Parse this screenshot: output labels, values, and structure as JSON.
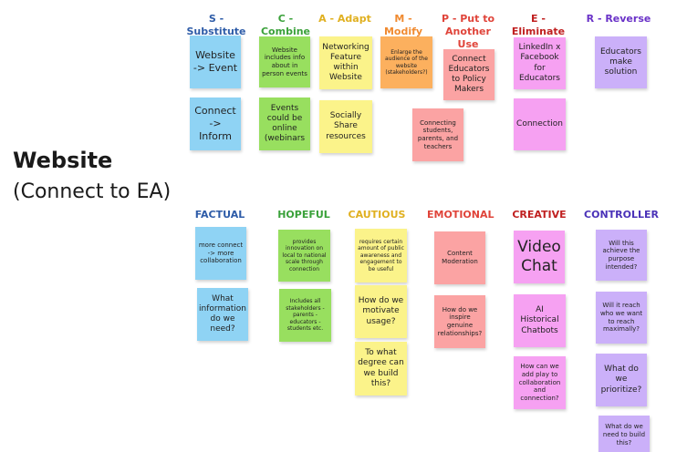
{
  "title": {
    "main": "Website",
    "sub": "(Connect to EA)"
  },
  "colors": {
    "substitute": "#2e5ca8",
    "combine": "#3aa13a",
    "adapt": "#e0b020",
    "modify": "#f08a30",
    "put": "#e0443a",
    "eliminate": "#c02020",
    "reverse": "#6a32c8",
    "factual": "#2e5ca8",
    "hopeful": "#3aa13a",
    "cautious": "#e0b020",
    "emotional": "#e0443a",
    "creative": "#c02020",
    "controller": "#4a32b8"
  },
  "scamper_headers": {
    "substitute": "S - Substitute",
    "combine": "C - Combine",
    "adapt": "A - Adapt",
    "modify": "M - Modify",
    "put": "P - Put to Another Use",
    "eliminate": "E - Eliminate",
    "reverse": "R - Reverse"
  },
  "hats_headers": {
    "factual": "FACTUAL",
    "hopeful": "HOPEFUL",
    "cautious": "CAUTIOUS",
    "emotional": "EMOTIONAL",
    "creative": "CREATIVE",
    "controller": "CONTROLLER"
  },
  "notes": {
    "s1": "Website -> Event",
    "s2": "Connect -> Inform",
    "c1": "Website includes info about in person events",
    "c2": "Events could be online (webinars",
    "a1": "Networking Feature within Website",
    "a2": "Socially Share resources",
    "m1": "Enlarge the audience of the website (stakeholders?)",
    "p1": "Connect Educators to Policy Makers",
    "p2": "Connecting students, parents, and teachers",
    "e1": "LinkedIn x Facebook for Educators",
    "e2": "Connection",
    "r1": "Educators make solution",
    "f1": "more connect -> more collaboration",
    "f2": "What information do we need?",
    "h1": "provides innovation on local to national scale through connection",
    "h2": "Includes all stakeholders - parents - educators - students etc.",
    "ca1": "requires certain amount of public awareness and engagement to be useful",
    "ca2": "How do we motivate usage?",
    "ca3": "To what degree can we build this?",
    "em1": "Content Moderation",
    "em2": "How do we inspire genuine relationships?",
    "cr1": "Video Chat",
    "cr2": "AI Historical Chatbots",
    "cr3": "How can we add play to collaboration and connection?",
    "co1": "Will this achieve the purpose intended?",
    "co2": "Will it reach who we want to reach maximally?",
    "co3": "What do we prioritize?",
    "co4": "What do we need to build this?"
  }
}
